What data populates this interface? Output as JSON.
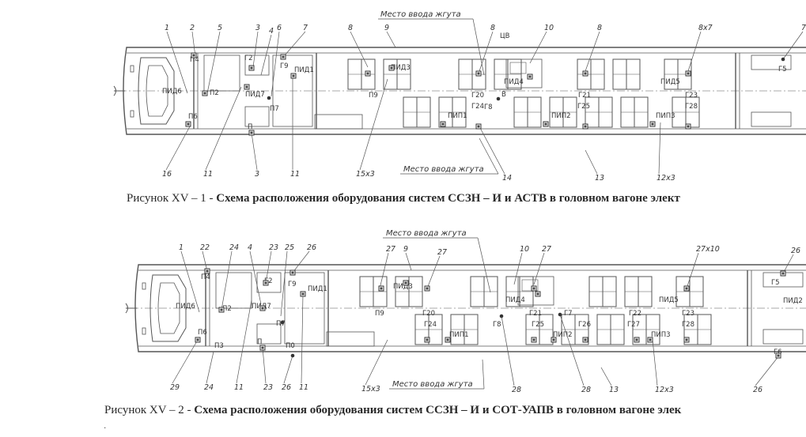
{
  "figure1": {
    "caption_prefix": "Рисунок  XV – 1  -",
    "caption_text": "Схема расположения оборудования систем  ССЗН – И  и  АСТВ в головном вагоне элект",
    "harness_top": "Место ввода жгута",
    "harness_bottom": "Место ввода жгута",
    "callouts": [
      {
        "text": "1"
      },
      {
        "text": "2"
      },
      {
        "text": "5"
      },
      {
        "text": "3"
      },
      {
        "text": "4"
      },
      {
        "text": "6"
      },
      {
        "text": "7"
      },
      {
        "text": "8"
      },
      {
        "text": "9"
      },
      {
        "text": "8"
      },
      {
        "text": "10"
      },
      {
        "text": "8"
      },
      {
        "text": "8х7"
      },
      {
        "text": "7"
      },
      {
        "text": "16"
      },
      {
        "text": "11"
      },
      {
        "text": "3"
      },
      {
        "text": "11"
      },
      {
        "text": "15х3"
      },
      {
        "text": "14"
      },
      {
        "text": "13"
      },
      {
        "text": "12х3"
      }
    ],
    "labels": [
      {
        "text": "П4"
      },
      {
        "text": "ПИД6"
      },
      {
        "text": "П2"
      },
      {
        "text": "П6"
      },
      {
        "text": "Г2"
      },
      {
        "text": "ПИД7"
      },
      {
        "text": "Г9"
      },
      {
        "text": "ПИД1"
      },
      {
        "text": "П7"
      },
      {
        "text": "П"
      },
      {
        "text": "П9"
      },
      {
        "text": "ПИД3"
      },
      {
        "text": "Г20"
      },
      {
        "text": "ЦВ"
      },
      {
        "text": "ПИД4"
      },
      {
        "text": "Г21"
      },
      {
        "text": "Г23"
      },
      {
        "text": "ПИД5"
      },
      {
        "text": "Г5"
      },
      {
        "text": "Г24"
      },
      {
        "text": "В"
      },
      {
        "text": "Г8"
      },
      {
        "text": "Г25"
      },
      {
        "text": "Г28"
      },
      {
        "text": "ПИП1"
      },
      {
        "text": "ПИП2"
      },
      {
        "text": "ПИП3"
      }
    ]
  },
  "figure2": {
    "caption_prefix": "Рисунок  XV – 2  -",
    "caption_text": "Схема расположения оборудования систем  ССЗН – И  и  СОТ-УАПВ в головном вагоне элек",
    "harness_top": "Место ввода жгута",
    "harness_bottom": "Место ввода жгута",
    "callouts": [
      {
        "text": "1"
      },
      {
        "text": "22"
      },
      {
        "text": "24"
      },
      {
        "text": "4"
      },
      {
        "text": "23"
      },
      {
        "text": "25"
      },
      {
        "text": "26"
      },
      {
        "text": "27"
      },
      {
        "text": "9"
      },
      {
        "text": "27"
      },
      {
        "text": "10"
      },
      {
        "text": "27"
      },
      {
        "text": "27х10"
      },
      {
        "text": "26"
      },
      {
        "text": "29"
      },
      {
        "text": "24"
      },
      {
        "text": "11"
      },
      {
        "text": "23"
      },
      {
        "text": "26"
      },
      {
        "text": "11"
      },
      {
        "text": "15х3"
      },
      {
        "text": "28"
      },
      {
        "text": "28"
      },
      {
        "text": "13"
      },
      {
        "text": "12х3"
      },
      {
        "text": "26"
      }
    ],
    "labels": [
      {
        "text": "П4"
      },
      {
        "text": "ПИД6"
      },
      {
        "text": "П2"
      },
      {
        "text": "П6"
      },
      {
        "text": "П3"
      },
      {
        "text": "Г2"
      },
      {
        "text": "ПИД7"
      },
      {
        "text": "Г9"
      },
      {
        "text": "ПИД1"
      },
      {
        "text": "П7"
      },
      {
        "text": "П"
      },
      {
        "text": "П0"
      },
      {
        "text": "П9"
      },
      {
        "text": "ПИД3"
      },
      {
        "text": "Г20"
      },
      {
        "text": "ПИД4"
      },
      {
        "text": "Г21"
      },
      {
        "text": "Г7"
      },
      {
        "text": "Г22"
      },
      {
        "text": "Г23"
      },
      {
        "text": "ПИД5"
      },
      {
        "text": "Г5"
      },
      {
        "text": "ПИД2"
      },
      {
        "text": "Г24"
      },
      {
        "text": "Г8"
      },
      {
        "text": "Г25"
      },
      {
        "text": "Г26"
      },
      {
        "text": "Г27"
      },
      {
        "text": "Г28"
      },
      {
        "text": "ПИП1"
      },
      {
        "text": "ПИП2"
      },
      {
        "text": "ПИП3"
      },
      {
        "text": "Г6"
      }
    ]
  },
  "footer_mark": "."
}
